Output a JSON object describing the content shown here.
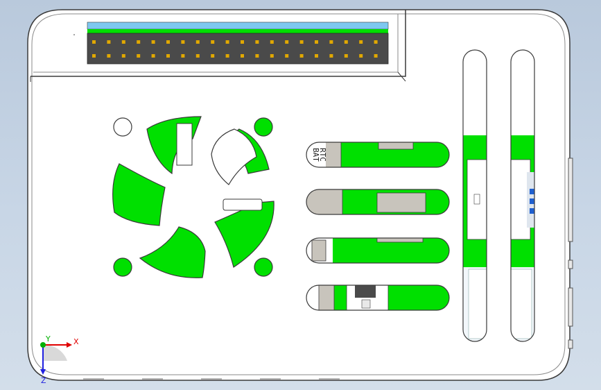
{
  "model": {
    "silkscreen_lines": [
      "RTC",
      "BAT"
    ]
  },
  "triad": {
    "x_label": "X",
    "y_label": "Y",
    "z_label": "Z"
  },
  "colors": {
    "background": "#c8d6e6",
    "case_fill": "#ffffff",
    "case_stroke": "#3a3a3a",
    "pcb_green": "#00e000",
    "header_pin_gold": "#e0a800",
    "header_body": "#4a4a4a",
    "connector_grey": "#c8c4bc",
    "axis_x": "#e00000",
    "axis_y": "#00b000",
    "axis_z": "#2020e0"
  }
}
